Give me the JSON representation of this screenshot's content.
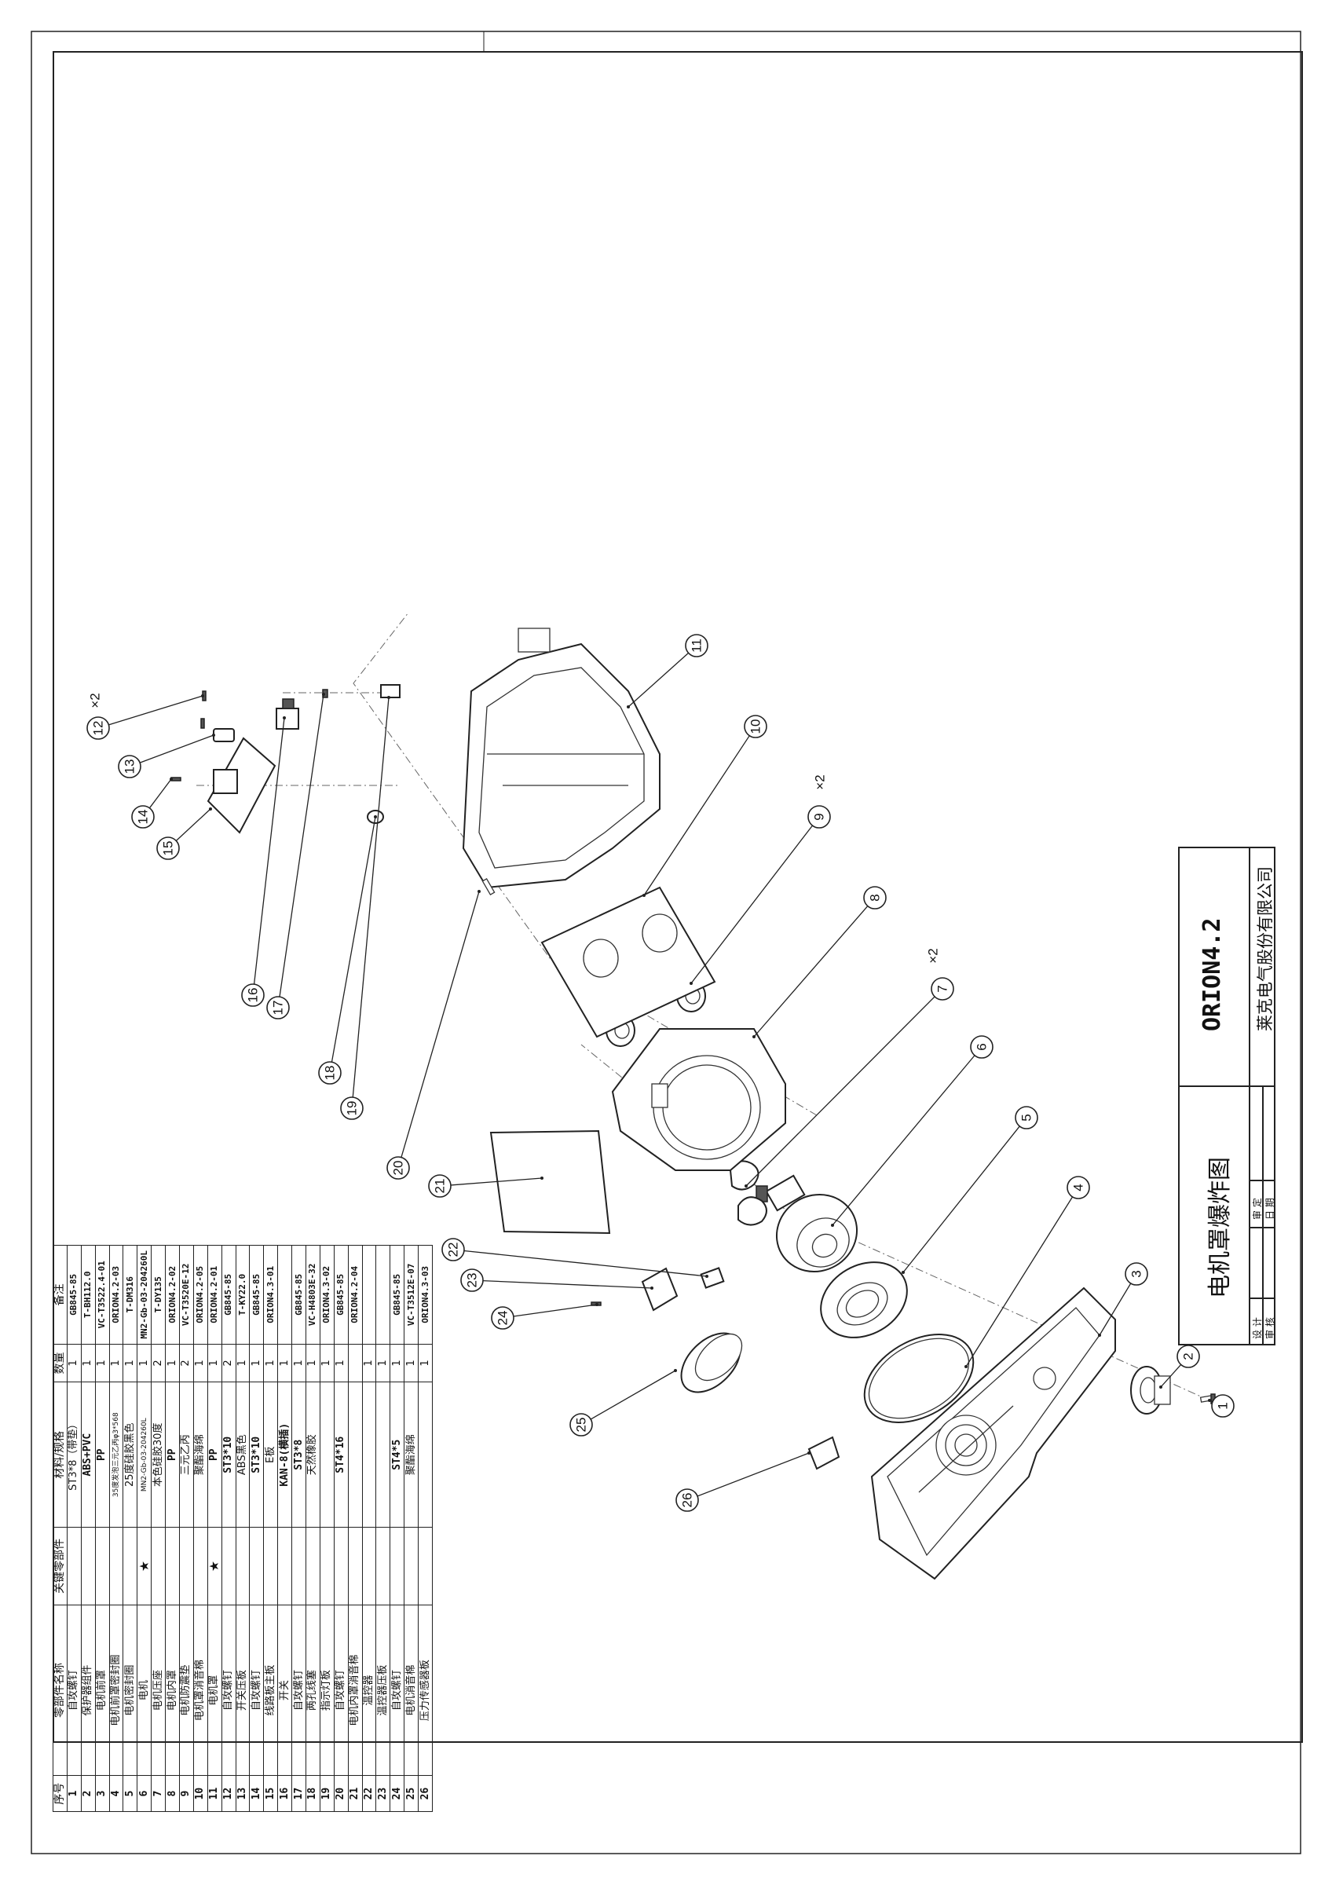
{
  "bom": {
    "headers": {
      "no": "序号",
      "name": "零部件名称",
      "key": "关键零部件",
      "material": "材料/规格",
      "qty": "数量",
      "note": "备注"
    },
    "rows": [
      {
        "no": "1",
        "name": "自攻螺钉",
        "key": "",
        "material": "ST3*8（带垫）",
        "qty": "1",
        "note": "GB845-85"
      },
      {
        "no": "2",
        "name": "保护器组件",
        "key": "",
        "material": "ABS+PVC",
        "qty": "1",
        "note": "T-BH112.0"
      },
      {
        "no": "3",
        "name": "电机前罩",
        "key": "",
        "material": "PP",
        "qty": "1",
        "note": "VC-T3522.4-01"
      },
      {
        "no": "4",
        "name": "电机前罩密封圈",
        "key": "",
        "material": "35度发泡三元乙丙φ3*568",
        "qty": "1",
        "note": "ORION4.2-03"
      },
      {
        "no": "5",
        "name": "电机密封圈",
        "key": "",
        "material": "25度硅胶黑色",
        "qty": "1",
        "note": "T-DM316"
      },
      {
        "no": "6",
        "name": "电机",
        "key": "★",
        "material": "MN2-Gb-03-204260L",
        "qty": "1",
        "note": "MN2-Gb-03-204260L"
      },
      {
        "no": "7",
        "name": "电机压座",
        "key": "",
        "material": "本色硅胶30度",
        "qty": "2",
        "note": "T-DY135"
      },
      {
        "no": "8",
        "name": "电机内罩",
        "key": "",
        "material": "PP",
        "qty": "1",
        "note": "ORION4.2-02"
      },
      {
        "no": "9",
        "name": "电机防震垫",
        "key": "",
        "material": "三元乙丙",
        "qty": "2",
        "note": "VC-T3520E-12"
      },
      {
        "no": "10",
        "name": "电机罩消音棉",
        "key": "",
        "material": "聚酯海绵",
        "qty": "1",
        "note": "ORION4.2-05"
      },
      {
        "no": "11",
        "name": "电机罩",
        "key": "★",
        "material": "PP",
        "qty": "1",
        "note": "ORION4.2-01"
      },
      {
        "no": "12",
        "name": "自攻螺钉",
        "key": "",
        "material": "ST3*10",
        "qty": "2",
        "note": "GB845-85"
      },
      {
        "no": "13",
        "name": "开关压板",
        "key": "",
        "material": "ABS黑色",
        "qty": "1",
        "note": "T-KY22.0"
      },
      {
        "no": "14",
        "name": "自攻螺钉",
        "key": "",
        "material": "ST3*10",
        "qty": "1",
        "note": "GB845-85"
      },
      {
        "no": "15",
        "name": "线路板主板",
        "key": "",
        "material": "E板",
        "qty": "1",
        "note": "ORION4.3-01"
      },
      {
        "no": "16",
        "name": "开关",
        "key": "",
        "material": "KAN-8(横插)",
        "qty": "1",
        "note": ""
      },
      {
        "no": "17",
        "name": "自攻螺钉",
        "key": "",
        "material": "ST3*8",
        "qty": "1",
        "note": "GB845-85"
      },
      {
        "no": "18",
        "name": "两孔线塞",
        "key": "",
        "material": "天然橡胶",
        "qty": "1",
        "note": "VC-H4803E-32"
      },
      {
        "no": "19",
        "name": "指示灯板",
        "key": "",
        "material": "",
        "qty": "1",
        "note": "ORION4.3-02"
      },
      {
        "no": "20",
        "name": "自攻螺钉",
        "key": "",
        "material": "ST4*16",
        "qty": "1",
        "note": "GB845-85"
      },
      {
        "no": "21",
        "name": "电机内罩消音棉",
        "key": "",
        "material": "",
        "qty": "",
        "note": "ORION4.2-04"
      },
      {
        "no": "22",
        "name": "温控器",
        "key": "",
        "material": "",
        "qty": "1",
        "note": ""
      },
      {
        "no": "23",
        "name": "温控器压板",
        "key": "",
        "material": "",
        "qty": "1",
        "note": ""
      },
      {
        "no": "24",
        "name": "自攻螺钉",
        "key": "",
        "material": "ST4*5",
        "qty": "1",
        "note": "GB845-85"
      },
      {
        "no": "25",
        "name": "电机消音棉",
        "key": "",
        "material": "聚酯海绵",
        "qty": "1",
        "note": "VC-T3512E-07"
      },
      {
        "no": "26",
        "name": "压力传感器板",
        "key": "",
        "material": "",
        "qty": "1",
        "note": "ORION4.3-03"
      }
    ]
  },
  "title_block": {
    "drawing_title": "电机罩爆炸图",
    "model": "ORION4.2",
    "company": "莱克电气股份有限公司",
    "design_label": "设 计",
    "review_label": "审 核",
    "approve_label": "审 定",
    "date_label": "日 期"
  },
  "callouts": [
    {
      "label": "1"
    },
    {
      "label": "2"
    },
    {
      "label": "3"
    },
    {
      "label": "4"
    },
    {
      "label": "5"
    },
    {
      "label": "6"
    },
    {
      "label": "7",
      "multiplier": "×2"
    },
    {
      "label": "8"
    },
    {
      "label": "9",
      "multiplier": "×2"
    },
    {
      "label": "10"
    },
    {
      "label": "11"
    },
    {
      "label": "12",
      "multiplier": "×2"
    },
    {
      "label": "13"
    },
    {
      "label": "14"
    },
    {
      "label": "15"
    },
    {
      "label": "16"
    },
    {
      "label": "17"
    },
    {
      "label": "18"
    },
    {
      "label": "19"
    },
    {
      "label": "20"
    },
    {
      "label": "21"
    },
    {
      "label": "22"
    },
    {
      "label": "23"
    },
    {
      "label": "24"
    },
    {
      "label": "25"
    },
    {
      "label": "26"
    }
  ]
}
